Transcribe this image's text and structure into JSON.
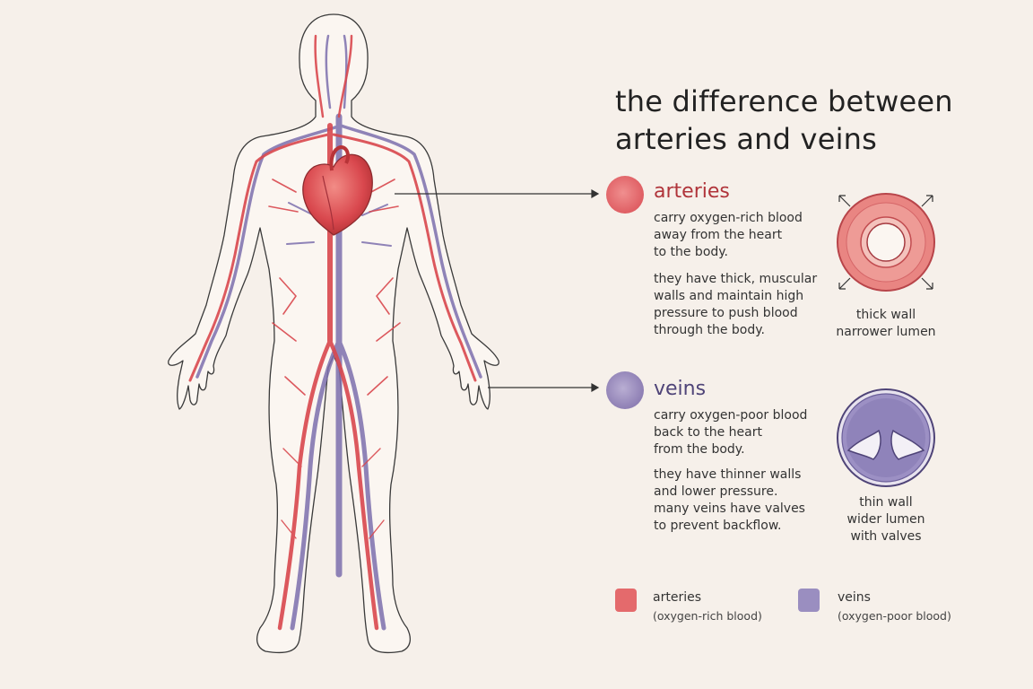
{
  "title": {
    "line1": "the difference between",
    "line2": "arteries and veins"
  },
  "arteries": {
    "heading": "arteries",
    "desc1": [
      "carry oxygen-rich blood",
      "away from the heart",
      "to the body."
    ],
    "desc2": [
      "they have thick, muscular",
      "walls and maintain high",
      "pressure to push blood",
      "through the body."
    ],
    "cross_section_caption": [
      "thick wall",
      "narrower lumen"
    ]
  },
  "veins": {
    "heading": "veins",
    "desc1": [
      "carry oxygen-poor blood",
      "back to the heart",
      "from the body."
    ],
    "desc2": [
      "they have thinner walls",
      "and lower pressure.",
      "many veins have valves",
      "to prevent backflow."
    ],
    "cross_section_caption": [
      "thin wall",
      "wider lumen",
      "with valves"
    ]
  },
  "legend": [
    {
      "label": "arteries",
      "sub": "(oxygen-rich blood)"
    },
    {
      "label": "veins",
      "sub": "(oxygen-poor blood)"
    }
  ],
  "colors": {
    "artery": "#d9484e",
    "vein": "#7d6fae",
    "background": "#f6f0ea"
  }
}
